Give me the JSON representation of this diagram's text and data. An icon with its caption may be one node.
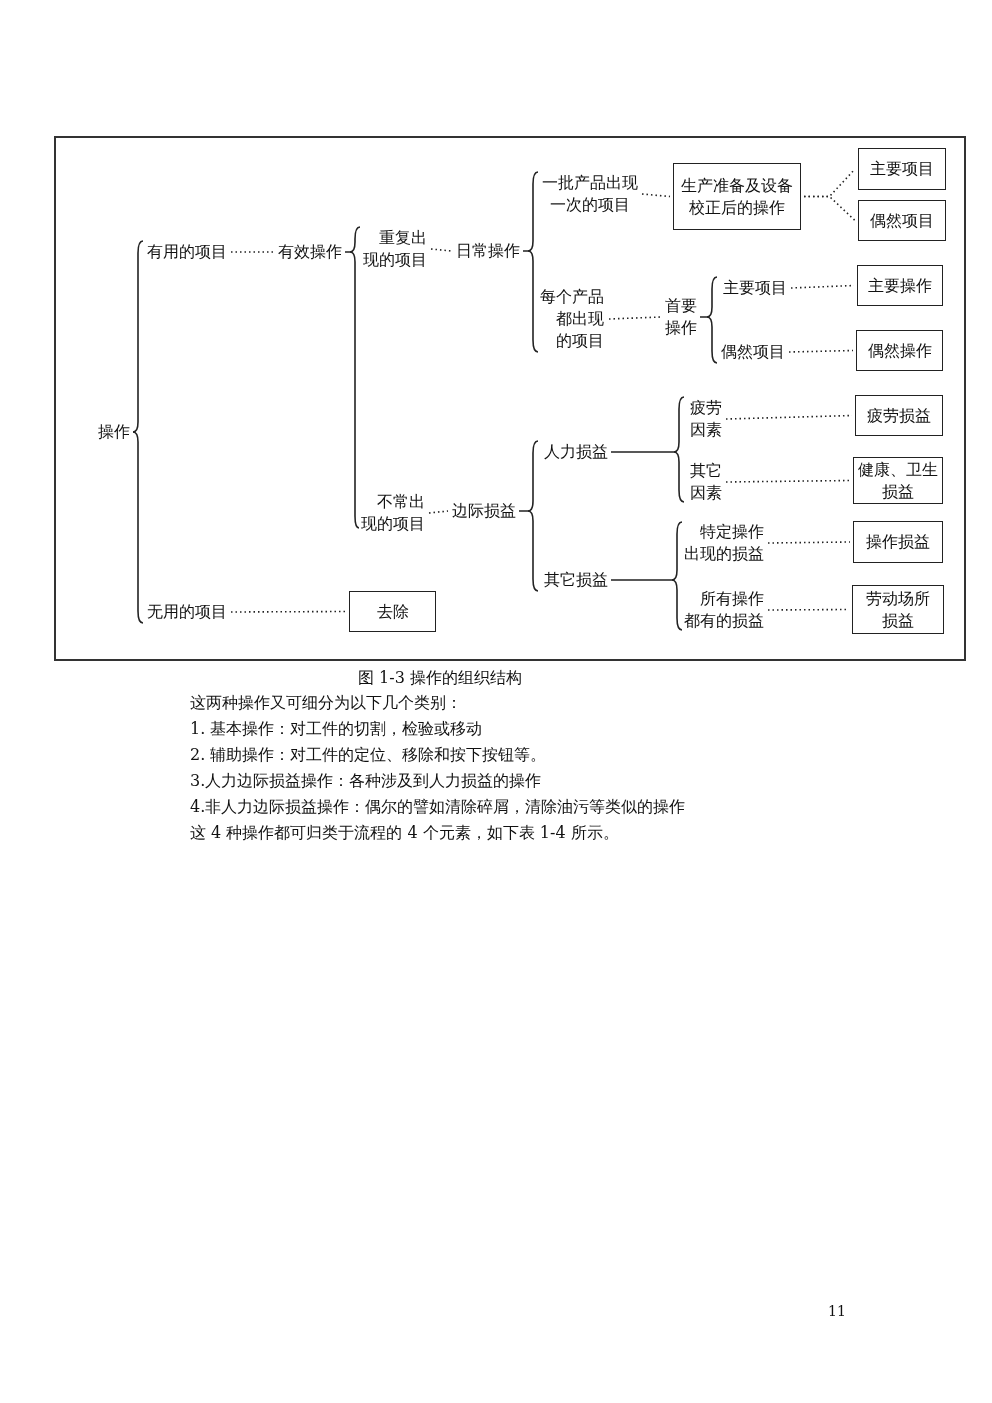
{
  "diagram": {
    "caption": "图 1-3 操作的组织结构",
    "nodes": [
      {
        "text": [
          "操作"
        ]
      },
      {
        "text": [
          "有用的项目"
        ]
      },
      {
        "text": [
          "无用的项目"
        ]
      },
      {
        "text": [
          "有效操作"
        ]
      },
      {
        "text": [
          "去除"
        ]
      },
      {
        "text": [
          "重复出现的项目"
        ]
      },
      {
        "text": [
          "不常出现的项目"
        ]
      },
      {
        "text": [
          "日常操作"
        ]
      },
      {
        "text": [
          "边际损益"
        ]
      },
      {
        "text": [
          "一批产品出现一次的项目"
        ]
      },
      {
        "text": [
          "每个产品都出现的项目"
        ]
      },
      {
        "text": [
          "生产准备及设备校正后的操作"
        ]
      },
      {
        "text": [
          "主要项目"
        ]
      },
      {
        "text": [
          "偶然项目"
        ]
      },
      {
        "text": [
          "首要操作"
        ]
      },
      {
        "text": [
          "主要项目"
        ]
      },
      {
        "text": [
          "偶然项目"
        ]
      },
      {
        "text": [
          "主要操作"
        ]
      },
      {
        "text": [
          "偶然操作"
        ]
      },
      {
        "text": [
          "人力损益"
        ]
      },
      {
        "text": [
          "其它损益"
        ]
      },
      {
        "text": [
          "疲劳因素"
        ]
      },
      {
        "text": [
          "其它因素"
        ]
      },
      {
        "text": [
          "疲劳损益"
        ]
      },
      {
        "text": [
          "健康、卫生损益"
        ]
      },
      {
        "text": [
          "特定操作出现的损益"
        ]
      },
      {
        "text": [
          "所有操作都有的损益"
        ]
      },
      {
        "text": [
          "操作损益"
        ]
      },
      {
        "text": [
          "劳动场所损益"
        ]
      }
    ],
    "edges": [
      {
        "from": 0,
        "to": 1,
        "arrow": "none"
      },
      {
        "from": 0,
        "to": 2,
        "arrow": "none"
      },
      {
        "from": 1,
        "to": 3,
        "arrow": "none",
        "style": "dashed"
      },
      {
        "from": 2,
        "to": 4,
        "arrow": "none",
        "style": "dashed"
      },
      {
        "from": 3,
        "to": 5,
        "arrow": "none"
      },
      {
        "from": 3,
        "to": 6,
        "arrow": "none"
      },
      {
        "from": 5,
        "to": 7,
        "arrow": "none",
        "style": "dashed"
      },
      {
        "from": 6,
        "to": 8,
        "arrow": "none",
        "style": "dashed"
      },
      {
        "from": 7,
        "to": 9,
        "arrow": "none"
      },
      {
        "from": 7,
        "to": 10,
        "arrow": "none"
      },
      {
        "from": 9,
        "to": 11,
        "arrow": "none",
        "style": "dashed"
      },
      {
        "from": 11,
        "to": 12,
        "arrow": "none",
        "style": "dashed"
      },
      {
        "from": 11,
        "to": 13,
        "arrow": "none",
        "style": "dashed"
      },
      {
        "from": 10,
        "to": 14,
        "arrow": "none",
        "style": "dashed"
      },
      {
        "from": 14,
        "to": 15,
        "arrow": "none"
      },
      {
        "from": 14,
        "to": 16,
        "arrow": "none"
      },
      {
        "from": 15,
        "to": 17,
        "arrow": "none",
        "style": "dashed"
      },
      {
        "from": 16,
        "to": 18,
        "arrow": "none",
        "style": "dashed"
      },
      {
        "from": 8,
        "to": 19,
        "arrow": "none"
      },
      {
        "from": 8,
        "to": 20,
        "arrow": "none"
      },
      {
        "from": 19,
        "to": 21,
        "arrow": "none"
      },
      {
        "from": 19,
        "to": 22,
        "arrow": "none"
      },
      {
        "from": 21,
        "to": 23,
        "arrow": "none",
        "style": "dashed"
      },
      {
        "from": 22,
        "to": 24,
        "arrow": "none",
        "style": "dashed"
      },
      {
        "from": 20,
        "to": 25,
        "arrow": "none"
      },
      {
        "from": 20,
        "to": 26,
        "arrow": "none"
      },
      {
        "from": 25,
        "to": 27,
        "arrow": "none",
        "style": "dashed"
      },
      {
        "from": 26,
        "to": 28,
        "arrow": "none",
        "style": "dashed"
      }
    ],
    "labels": [
      "这两种操作又可细分为以下几个类别：",
      "1.  基本操作：对工件的切割，检验或移动",
      "2.  辅助操作：对工件的定位、移除和按下按钮等。",
      "3.人力边际损益操作：各种涉及到人力损益的操作",
      "4.非人力边际损益操作：偶尔的譬如清除碎屑，清除油污等类似的操作",
      "这 4 种操作都可归类于流程的 4 个元素，如下表 1-4 所示。",
      "11"
    ]
  }
}
